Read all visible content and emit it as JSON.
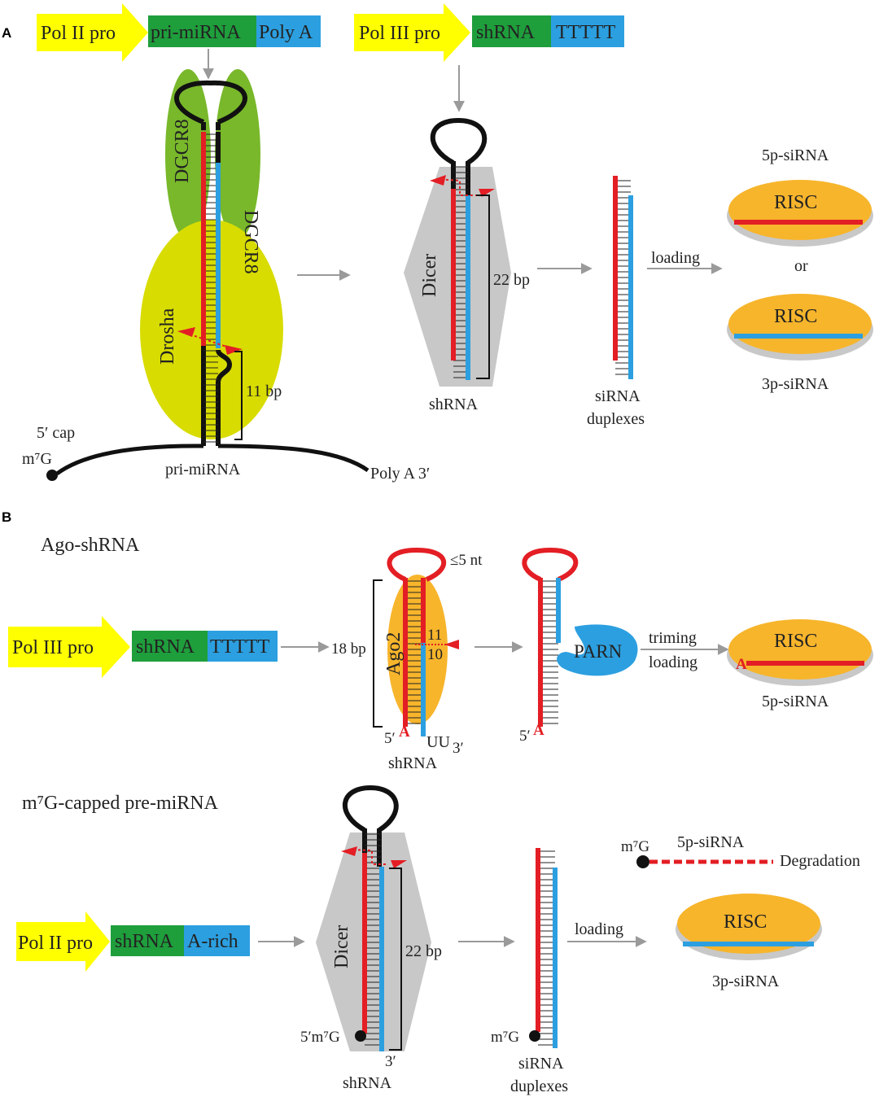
{
  "colors": {
    "yellow": "#ffff00",
    "green": "#1f9e3c",
    "blue": "#2c9fe0",
    "red": "#e31e24",
    "black": "#111111",
    "gray_arrow": "#9a9a9a",
    "gray_shape": "#c8c8c8",
    "drosha": "#d8dc00",
    "dgcr8": "#78b82a",
    "orange": "#f7b52c"
  },
  "panel_a": {
    "label": "A",
    "construct1": {
      "promoter": "Pol II pro",
      "seg1": "pri-miRNA",
      "seg2": "Poly A"
    },
    "construct2": {
      "promoter": "Pol III pro",
      "seg1": "shRNA",
      "seg2": "TTTTT"
    },
    "dgcr8_left": "DGCR8",
    "dgcr8_right": "DGCR8",
    "drosha": "Drosha",
    "bp11": "11 bp",
    "cap": "5′ cap",
    "m7g": "m⁷G",
    "pri_mirna": "pri-miRNA",
    "polya_end": "Poly A  3′",
    "dicer": "Dicer",
    "bp22": "22 bp",
    "shrna": "shRNA",
    "sirna_line1": "siRNA",
    "sirna_line2": "duplexes",
    "loading": "loading",
    "p5_sirna": "5p-siRNA",
    "risc1": "RISC",
    "or": "or",
    "risc2": "RISC",
    "p3_sirna": "3p-siRNA"
  },
  "panel_b": {
    "label": "B",
    "ago_title": "Ago-shRNA",
    "construct3": {
      "promoter": "Pol III pro",
      "seg1": "shRNA",
      "seg2": "TTTTT"
    },
    "bp18": "18 bp",
    "nt5": "≤5 nt",
    "ago2": "Ago2",
    "n11": "11",
    "n10": "10",
    "five_prime": "5′",
    "a_letter": "A",
    "uu": "UU",
    "three_prime": "3′",
    "shrna_b": "shRNA",
    "five_prime2": "5′",
    "a_letter2": "A",
    "parn": "PARN",
    "triming": "triming",
    "loading_b1": "loading",
    "risc3": "RISC",
    "a_letter3": "A",
    "p5_sirna_b": "5p-siRNA",
    "m7g_title": "m⁷G-capped pre-miRNA",
    "construct4": {
      "promoter": "Pol II pro",
      "seg1": "shRNA",
      "seg2": "A-rich"
    },
    "dicer_b": "Dicer",
    "bp22_b": "22 bp",
    "m7g_5p": "5′m⁷G",
    "three_prime_b": "3′",
    "shrna_b2": "shRNA",
    "m7g_b2": "m⁷G",
    "sirna_b_line1": "siRNA",
    "sirna_b_line2": "duplexes",
    "loading_b2": "loading",
    "m7g_deg": "m⁷G",
    "p5_sirna_deg": "5p-siRNA",
    "degradation": "Degradation",
    "risc4": "RISC",
    "p3_sirna_b": "3p-siRNA"
  }
}
